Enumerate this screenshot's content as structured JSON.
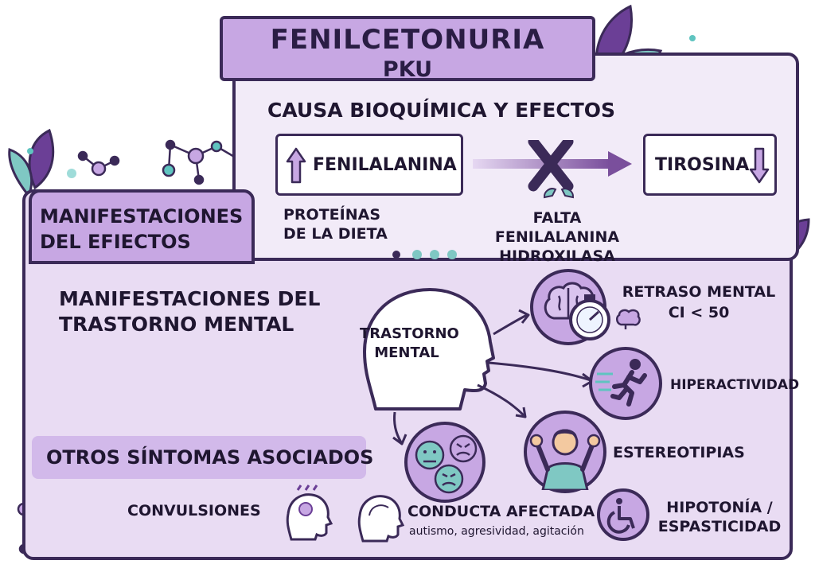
{
  "title": {
    "main": "FENILCETONURIA",
    "sub": "PKU"
  },
  "cause": {
    "heading": "CAUSA BIOQUÍMICA Y EFECTOS",
    "substrate": "FENILALANINA",
    "product": "TIROSINA",
    "source": [
      "PROTEÍNAS",
      "DE LA DIETA"
    ],
    "enzyme": [
      "FALTA FENILALANINA",
      "HIDROXILASA"
    ]
  },
  "effects_tab": [
    "MANIFESTACIONES",
    "DEL EFIECTOS"
  ],
  "mental": {
    "heading": [
      "MANIFESTACIONES DEL",
      "TRASTORNO MENTAL"
    ],
    "head_label": [
      "TRASTORNO",
      "MENTAL"
    ],
    "retraso": [
      "RETRASO MENTAL",
      "CI < 50"
    ],
    "hiperactividad": "HIPERACTIVIDAD",
    "estereotipias": "ESTEREOTIPIAS"
  },
  "otros": {
    "heading": "OTROS SÍNTOMAS ASOCIADOS",
    "convulsiones": "CONVULSIONES",
    "conducta": "CONDUCTA AFECTADA",
    "conducta_detail": "autismo, agresividad, agitación",
    "hipotonia": [
      "HIPOTONÍA /",
      "ESPASTICIDAD"
    ]
  },
  "colors": {
    "primary": "#3b2a58",
    "lavender": "#c7a7e3",
    "panel": "#e9dcf3",
    "teal": "#5fc4c0"
  }
}
